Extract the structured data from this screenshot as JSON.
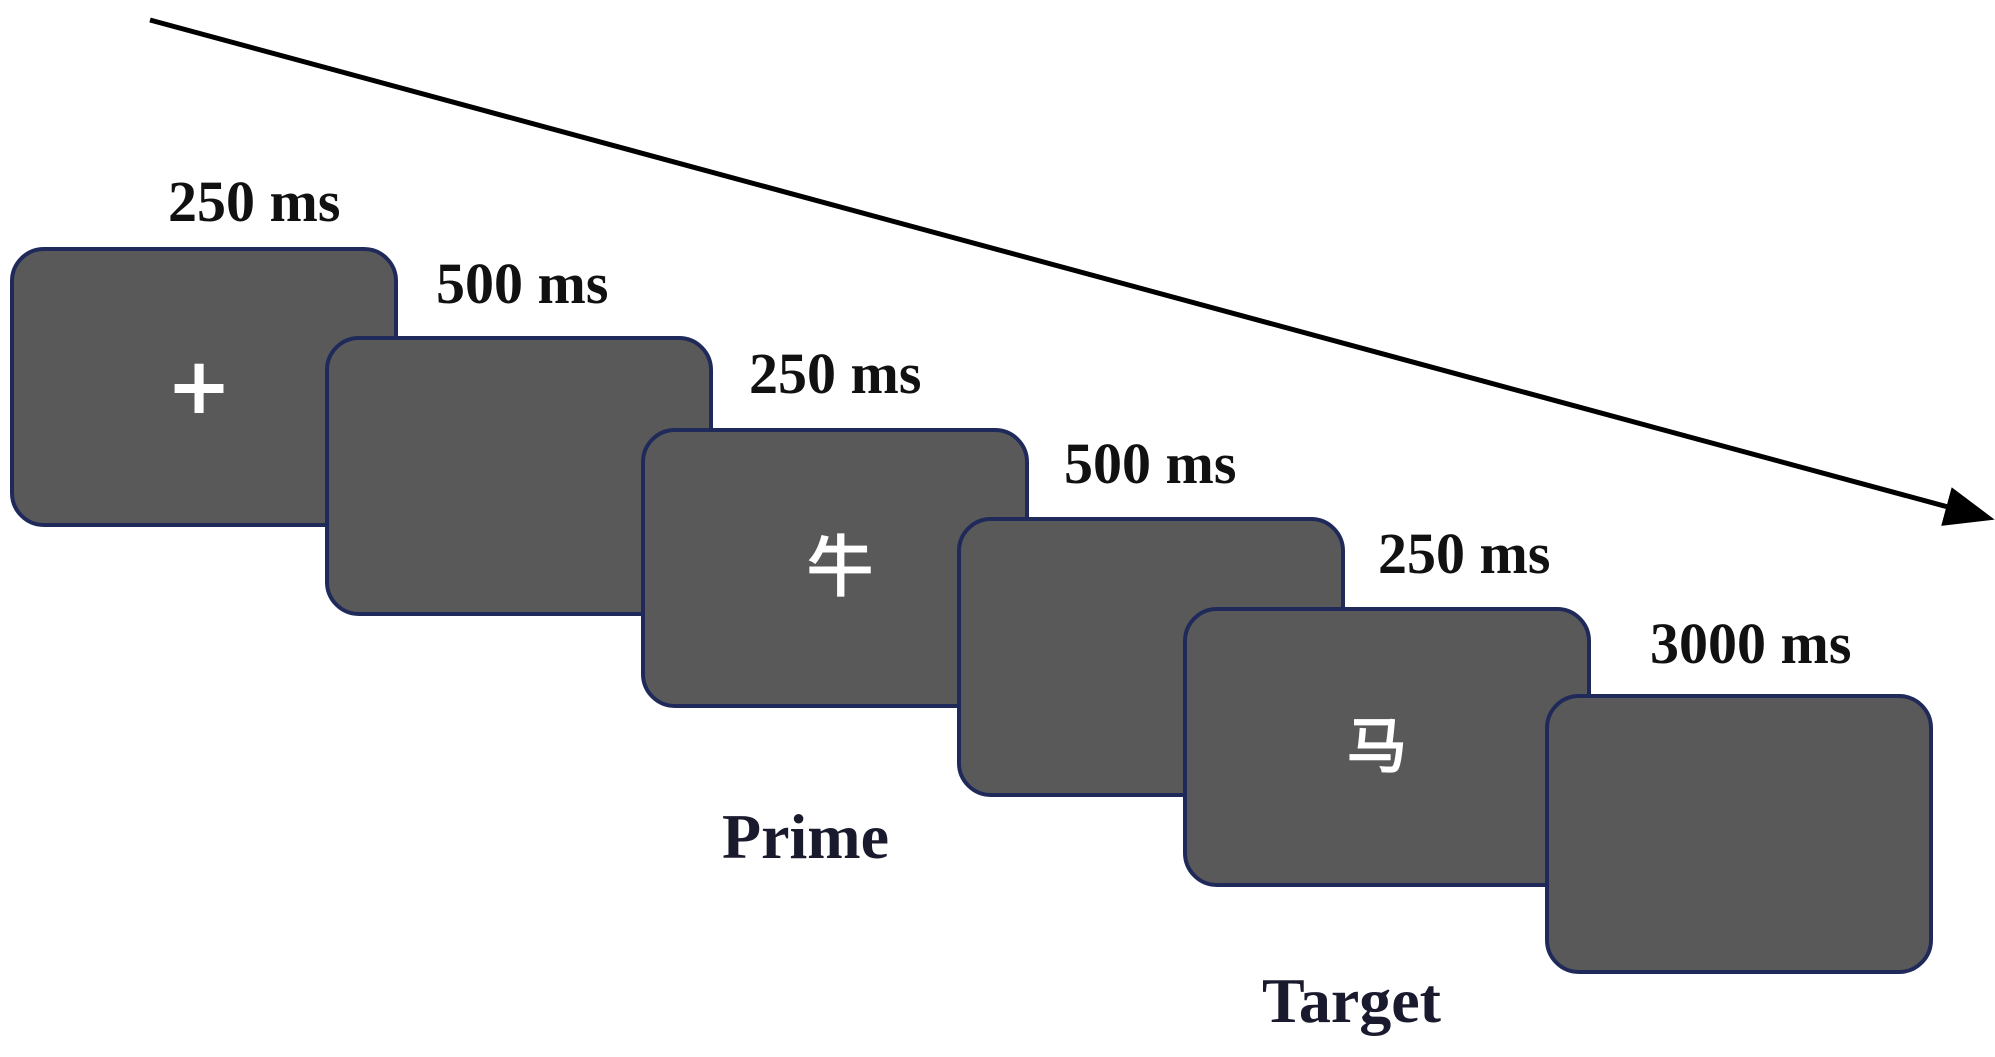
{
  "screens": [
    {
      "duration": "250 ms",
      "content": "+"
    },
    {
      "duration": "500 ms",
      "content": ""
    },
    {
      "duration": "250 ms",
      "content": "牛"
    },
    {
      "duration": "500 ms",
      "content": ""
    },
    {
      "duration": "250 ms",
      "content": "马"
    },
    {
      "duration": "3000 ms",
      "content": ""
    }
  ],
  "labels": {
    "prime": "Prime",
    "target": "Target"
  },
  "colors": {
    "screen_fill": "#595959",
    "screen_border": "#1f2a5a",
    "stimulus": "#ffffff",
    "text": "#111111",
    "arrow": "#000000"
  },
  "icons": {
    "time_arrow": "arrow-right-icon"
  }
}
